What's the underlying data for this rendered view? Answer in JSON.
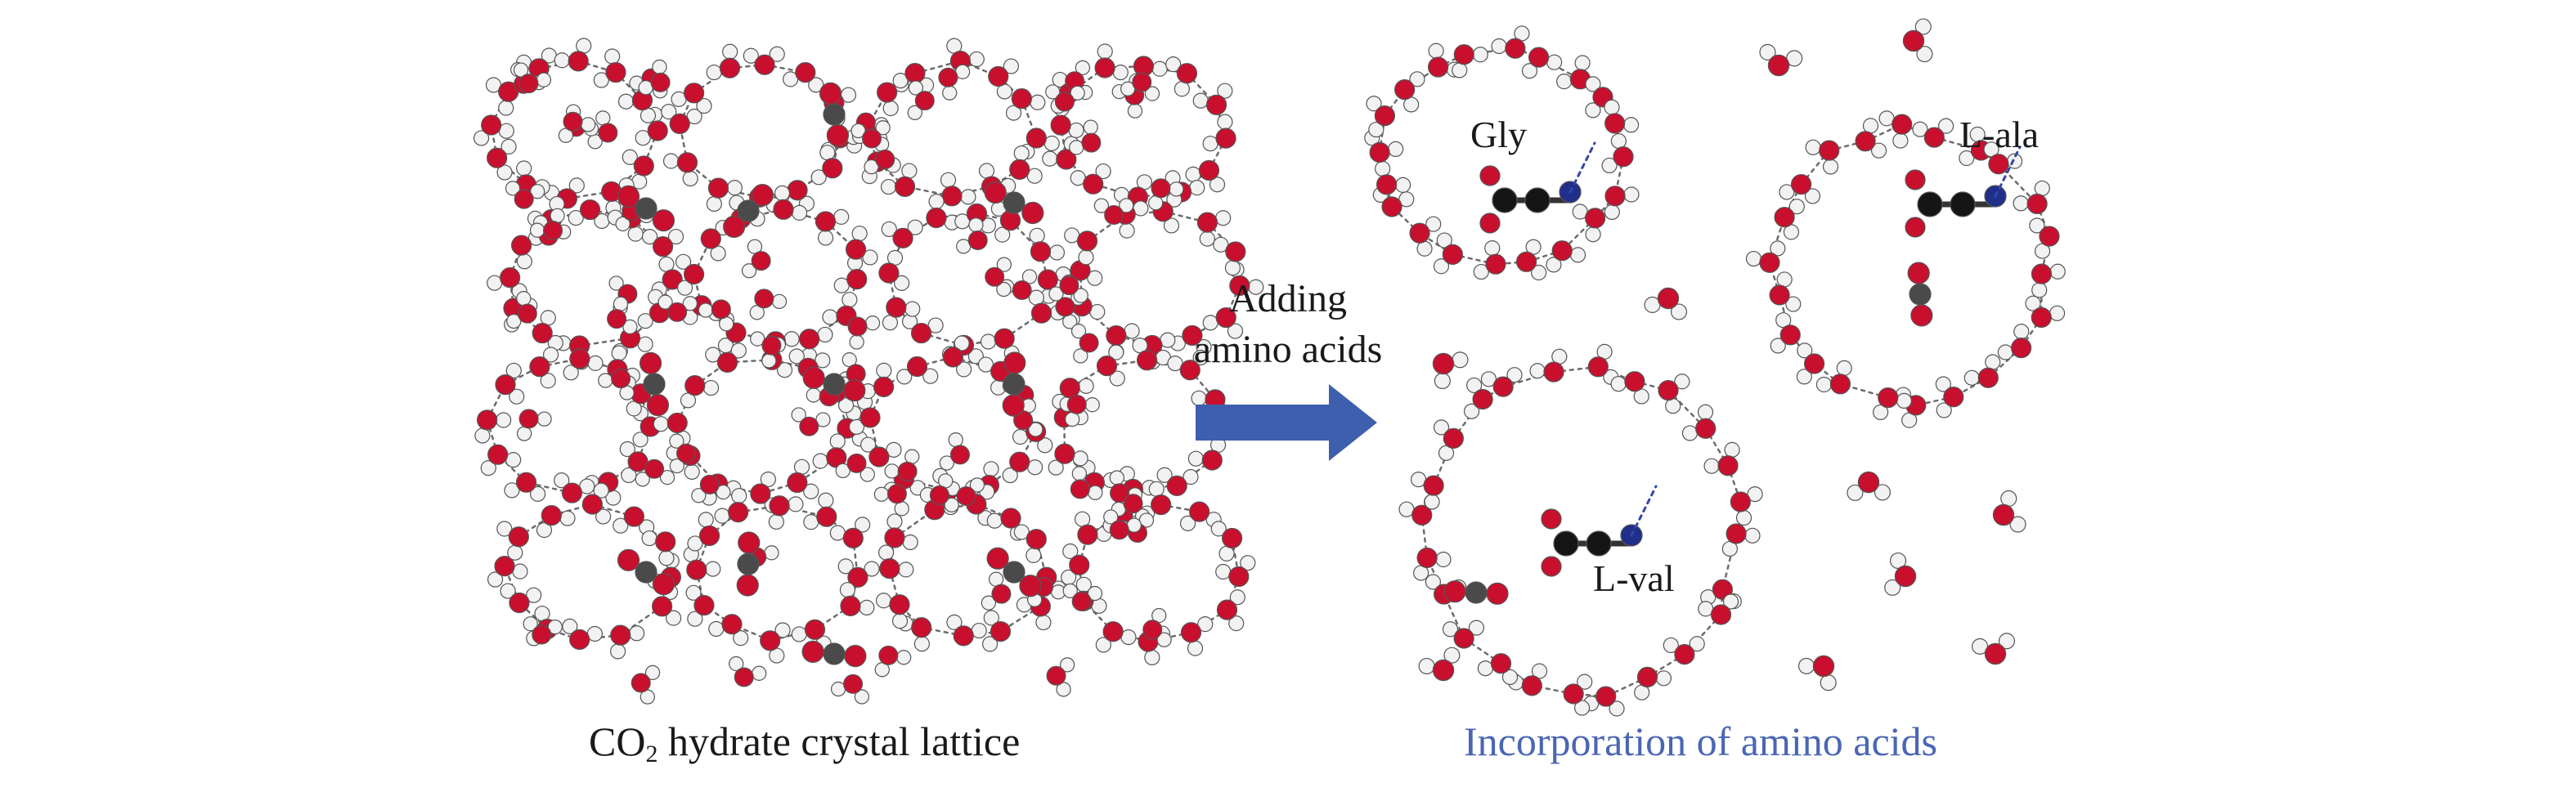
{
  "arrow_text": {
    "line1": "Adding",
    "line2": "amino acids"
  },
  "left_caption": {
    "prefix": "CO",
    "sub": "2",
    "suffix": " hydrate crystal lattice"
  },
  "right_caption": "Incorporation of amino acids",
  "labels": {
    "gly": "Gly",
    "ala": "L-ala",
    "val": "L-val"
  },
  "colors": {
    "oxygen": "#c8102e",
    "hydrogen": "#f2f2f2",
    "carbon": "#4a4a4a",
    "nitrogen": "#1f2f8a",
    "amino_carbon": "#151515",
    "arrow": "#3d5fae",
    "right_caption": "#4a66b5",
    "hbond": "#6b6b6b"
  }
}
